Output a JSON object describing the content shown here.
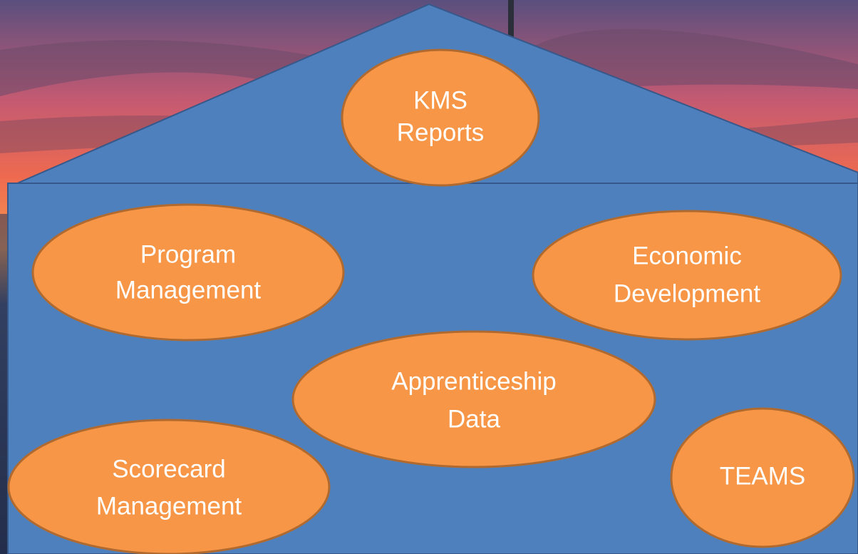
{
  "colors": {
    "house_fill": "#4e80bd",
    "house_stroke": "#36588a",
    "node_fill": "#f79646",
    "node_stroke": "#b06a2f",
    "node_text": "#ffffff"
  },
  "nodes": [
    {
      "id": "kms-reports",
      "lines": [
        "KMS",
        "Reports"
      ]
    },
    {
      "id": "program-management",
      "lines": [
        "Program",
        "Management"
      ]
    },
    {
      "id": "economic-development",
      "lines": [
        "Economic",
        "Development"
      ]
    },
    {
      "id": "apprenticeship-data",
      "lines": [
        "Apprenticeship",
        "Data"
      ]
    },
    {
      "id": "scorecard-management",
      "lines": [
        "Scorecard",
        "Management"
      ]
    },
    {
      "id": "teams",
      "lines": [
        "TEAMS"
      ]
    }
  ]
}
